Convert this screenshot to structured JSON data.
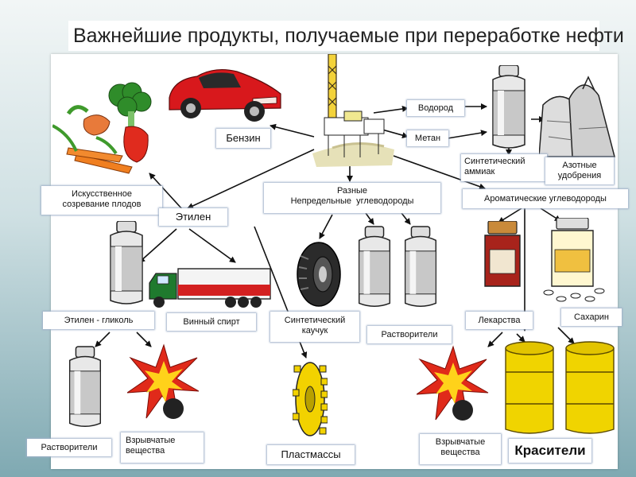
{
  "title": "Важнейшие продукты, получаемые при переработке нефти",
  "labels": {
    "benzin": "Бензин",
    "vodorod": "Водород",
    "metan": "Метан",
    "sint_ammiak": "Синтетический\nаммиак",
    "azot": "Азотные\nудобрения",
    "iskusstv": "Искусственное\nсозревание плодов",
    "etilen": "Этилен",
    "raznye": "Разные\nНепредельные  углеводороды",
    "aromat": "Ароматические углеводороды",
    "etilen_glikol": "Этилен - гликоль",
    "vinny": "Винный спирт",
    "kauchuk": "Синтетический\nкаучук",
    "rastvoriteli_mid": "Растворители",
    "lekarstva": "Лекарства",
    "saharin": "Сахарин",
    "rastvoriteli_left": "Растворители",
    "vzryv_left": "Взрывчатые\nвещества",
    "plastmassy": "Пластмассы",
    "vzryv_right": "Взрывчатые\nвещества",
    "krasiteli": "Красители"
  },
  "colors": {
    "car": "#d8181c",
    "barrel": "#f0d400",
    "gear": "#f2d200",
    "label_border": "#9fb0c8"
  },
  "illustrations": [
    "oil-rig",
    "car",
    "vegetables",
    "bottle",
    "fertilizer-bags",
    "tire",
    "truck",
    "medicine-jar",
    "pills-jar",
    "explosion",
    "gear",
    "barrels"
  ]
}
